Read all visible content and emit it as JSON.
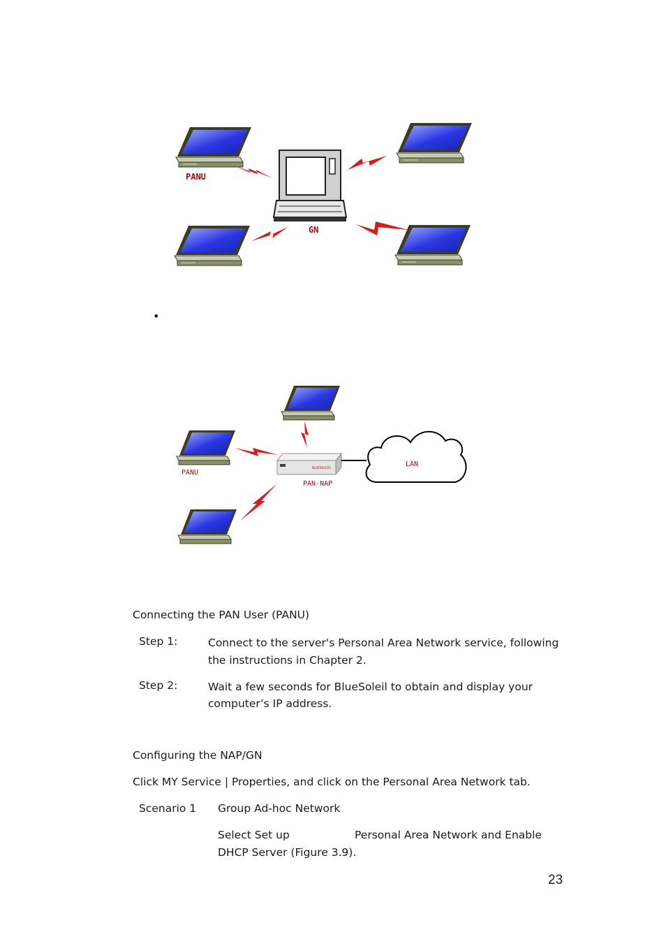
{
  "figure1": {
    "label_panu": "PANU",
    "label_gn": "GN"
  },
  "bullet": "•",
  "figure2": {
    "label_panu": "PANU",
    "label_pan_nap": "PAN-NAP",
    "label_lan": "LAN",
    "device_text": "BLUESOLEIL"
  },
  "section1": {
    "heading": "Connecting the PAN User (PANU)",
    "steps": [
      {
        "label": "Step 1:",
        "text": "Connect to the server's Personal Area Network service, following the instructions in Chapter 2."
      },
      {
        "label": "Step 2:",
        "text": "Wait a few seconds for BlueSoleil to obtain and display your computer’s IP address."
      }
    ]
  },
  "section2": {
    "heading": "Configuring the NAP/GN",
    "intro": "Click MY Service | Properties, and click on the Personal Area Network tab.",
    "scenario_label": "Scenario 1",
    "scenario_title": "Group Ad-hoc Network",
    "select_a": "Select Set up",
    "select_b": "Personal Area Network and Enable",
    "select_c": "DHCP Server (Figure 3.9)."
  },
  "page_number": "23",
  "colors": {
    "screen_blue": "#2a36e0",
    "laptop_body": "#8a8f6a",
    "bolt_red": "#e01818",
    "label_red": "#a01010"
  }
}
